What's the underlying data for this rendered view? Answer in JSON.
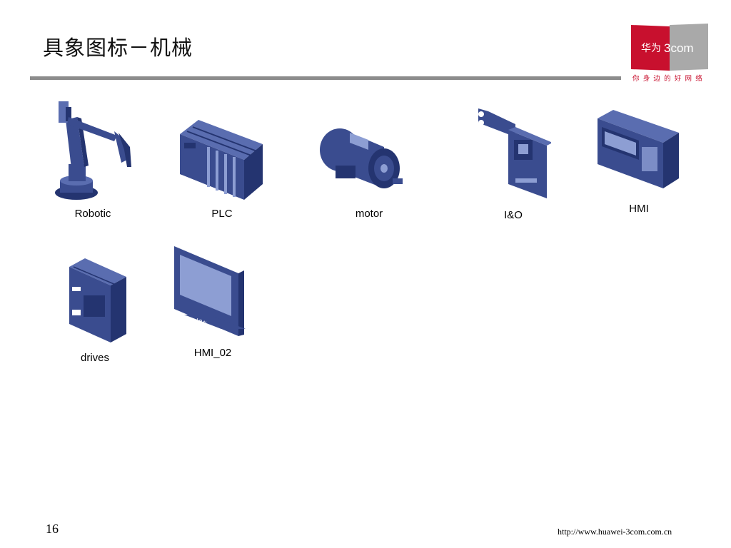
{
  "slide": {
    "title": "具象图标－机械",
    "page_number": "16",
    "footer_url": "http://www.huawei-3com.com.cn"
  },
  "logo": {
    "brand_cn": "华为",
    "brand_en": "3com",
    "tagline": "你身边的好网络",
    "colors": {
      "red": "#c8102e",
      "gray": "#a9a9a9"
    }
  },
  "icons": [
    {
      "id": "robotic",
      "label": "Robotic",
      "icon": "robot-arm-icon"
    },
    {
      "id": "plc",
      "label": "PLC",
      "icon": "plc-rack-icon"
    },
    {
      "id": "motor",
      "label": "motor",
      "icon": "motor-icon"
    },
    {
      "id": "io",
      "label": "I&O",
      "icon": "io-board-icon"
    },
    {
      "id": "hmi",
      "label": "HMI",
      "icon": "hmi-panel-icon"
    },
    {
      "id": "drives",
      "label": "drives",
      "icon": "drive-unit-icon"
    },
    {
      "id": "hmi02",
      "label": "HMI_02",
      "icon": "hmi-monitor-icon",
      "screen_text": "HMI"
    }
  ],
  "colors": {
    "device_main": "#3a4c8f",
    "device_dark": "#243470",
    "device_light": "#5a6db0",
    "screen": "#8d9ed3"
  }
}
